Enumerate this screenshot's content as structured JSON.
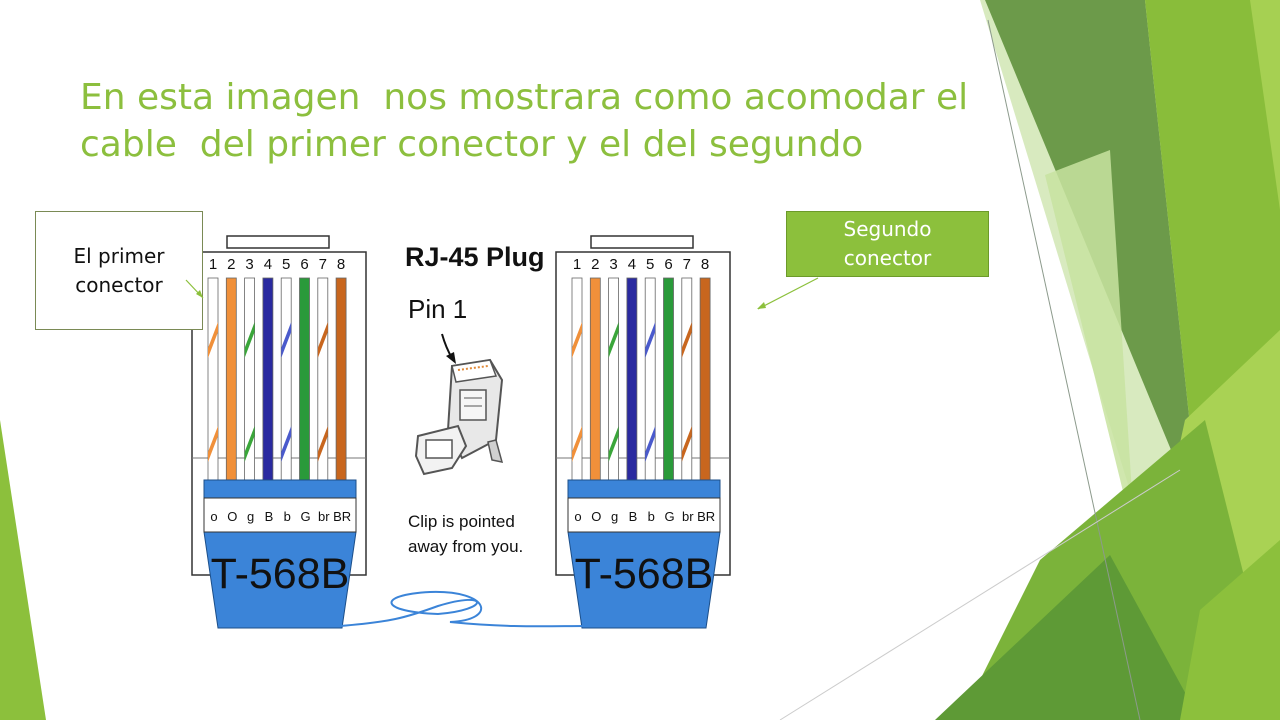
{
  "slide": {
    "title": "En esta imagen  nos mostrara como acomodar el cable  del primer conector y el del segundo"
  },
  "callouts": {
    "left": "El primer\nconector",
    "right": "Segundo\nconector"
  },
  "diagram": {
    "heading": "RJ-45 Plug",
    "pin_label": "Pin 1",
    "clip_note_line1": "Clip is pointed",
    "clip_note_line2": "away from you.",
    "standard": "T-568B",
    "pin_numbers": [
      "1",
      "2",
      "3",
      "4",
      "5",
      "6",
      "7",
      "8"
    ],
    "wire_codes": [
      "o",
      "O",
      "g",
      "B",
      "b",
      "G",
      "br",
      "BR"
    ],
    "wire_colors": [
      "#f0903a",
      "#f0903a",
      "#3aa63a",
      "#2a2aa0",
      "#4a5acc",
      "#2a9a3a",
      "#c8661e",
      "#c8661e"
    ],
    "wire_striped": [
      true,
      false,
      true,
      false,
      true,
      false,
      true,
      false
    ],
    "boot_color": "#3b84d8"
  },
  "theme": {
    "accent": "#8cbf3e",
    "accent_dark": "#5d8a2c"
  }
}
